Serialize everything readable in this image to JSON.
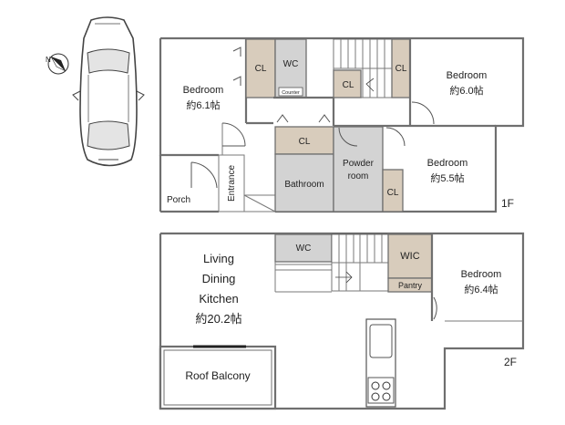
{
  "floor1": {
    "label": "1F",
    "bedroom_left": {
      "name": "Bedroom",
      "size": "約6.1帖"
    },
    "bedroom_right": {
      "name": "Bedroom",
      "size": "約6.0帖"
    },
    "bedroom_mid": {
      "name": "Bedroom",
      "size": "約5.5帖"
    },
    "closet": "CL",
    "wc": "WC",
    "counter": "Counter",
    "bathroom": "Bathroom",
    "powder_room": [
      "Powder",
      "room"
    ],
    "entrance": "Entrance",
    "porch": "Porch"
  },
  "floor2": {
    "label": "2F",
    "ldk": [
      "Living",
      "Dining",
      "Kitchen",
      "約20.2帖"
    ],
    "wc": "WC",
    "wic": "WIC",
    "pantry": "Pantry",
    "bedroom": {
      "name": "Bedroom",
      "size": "約6.4帖"
    },
    "roof_balcony": "Roof Balcony"
  },
  "compass_letter": "N",
  "colors": {
    "wall": "#6f6f6f",
    "closet_fill": "#d8ccbc",
    "wet_room_fill": "#d3d3d3"
  }
}
